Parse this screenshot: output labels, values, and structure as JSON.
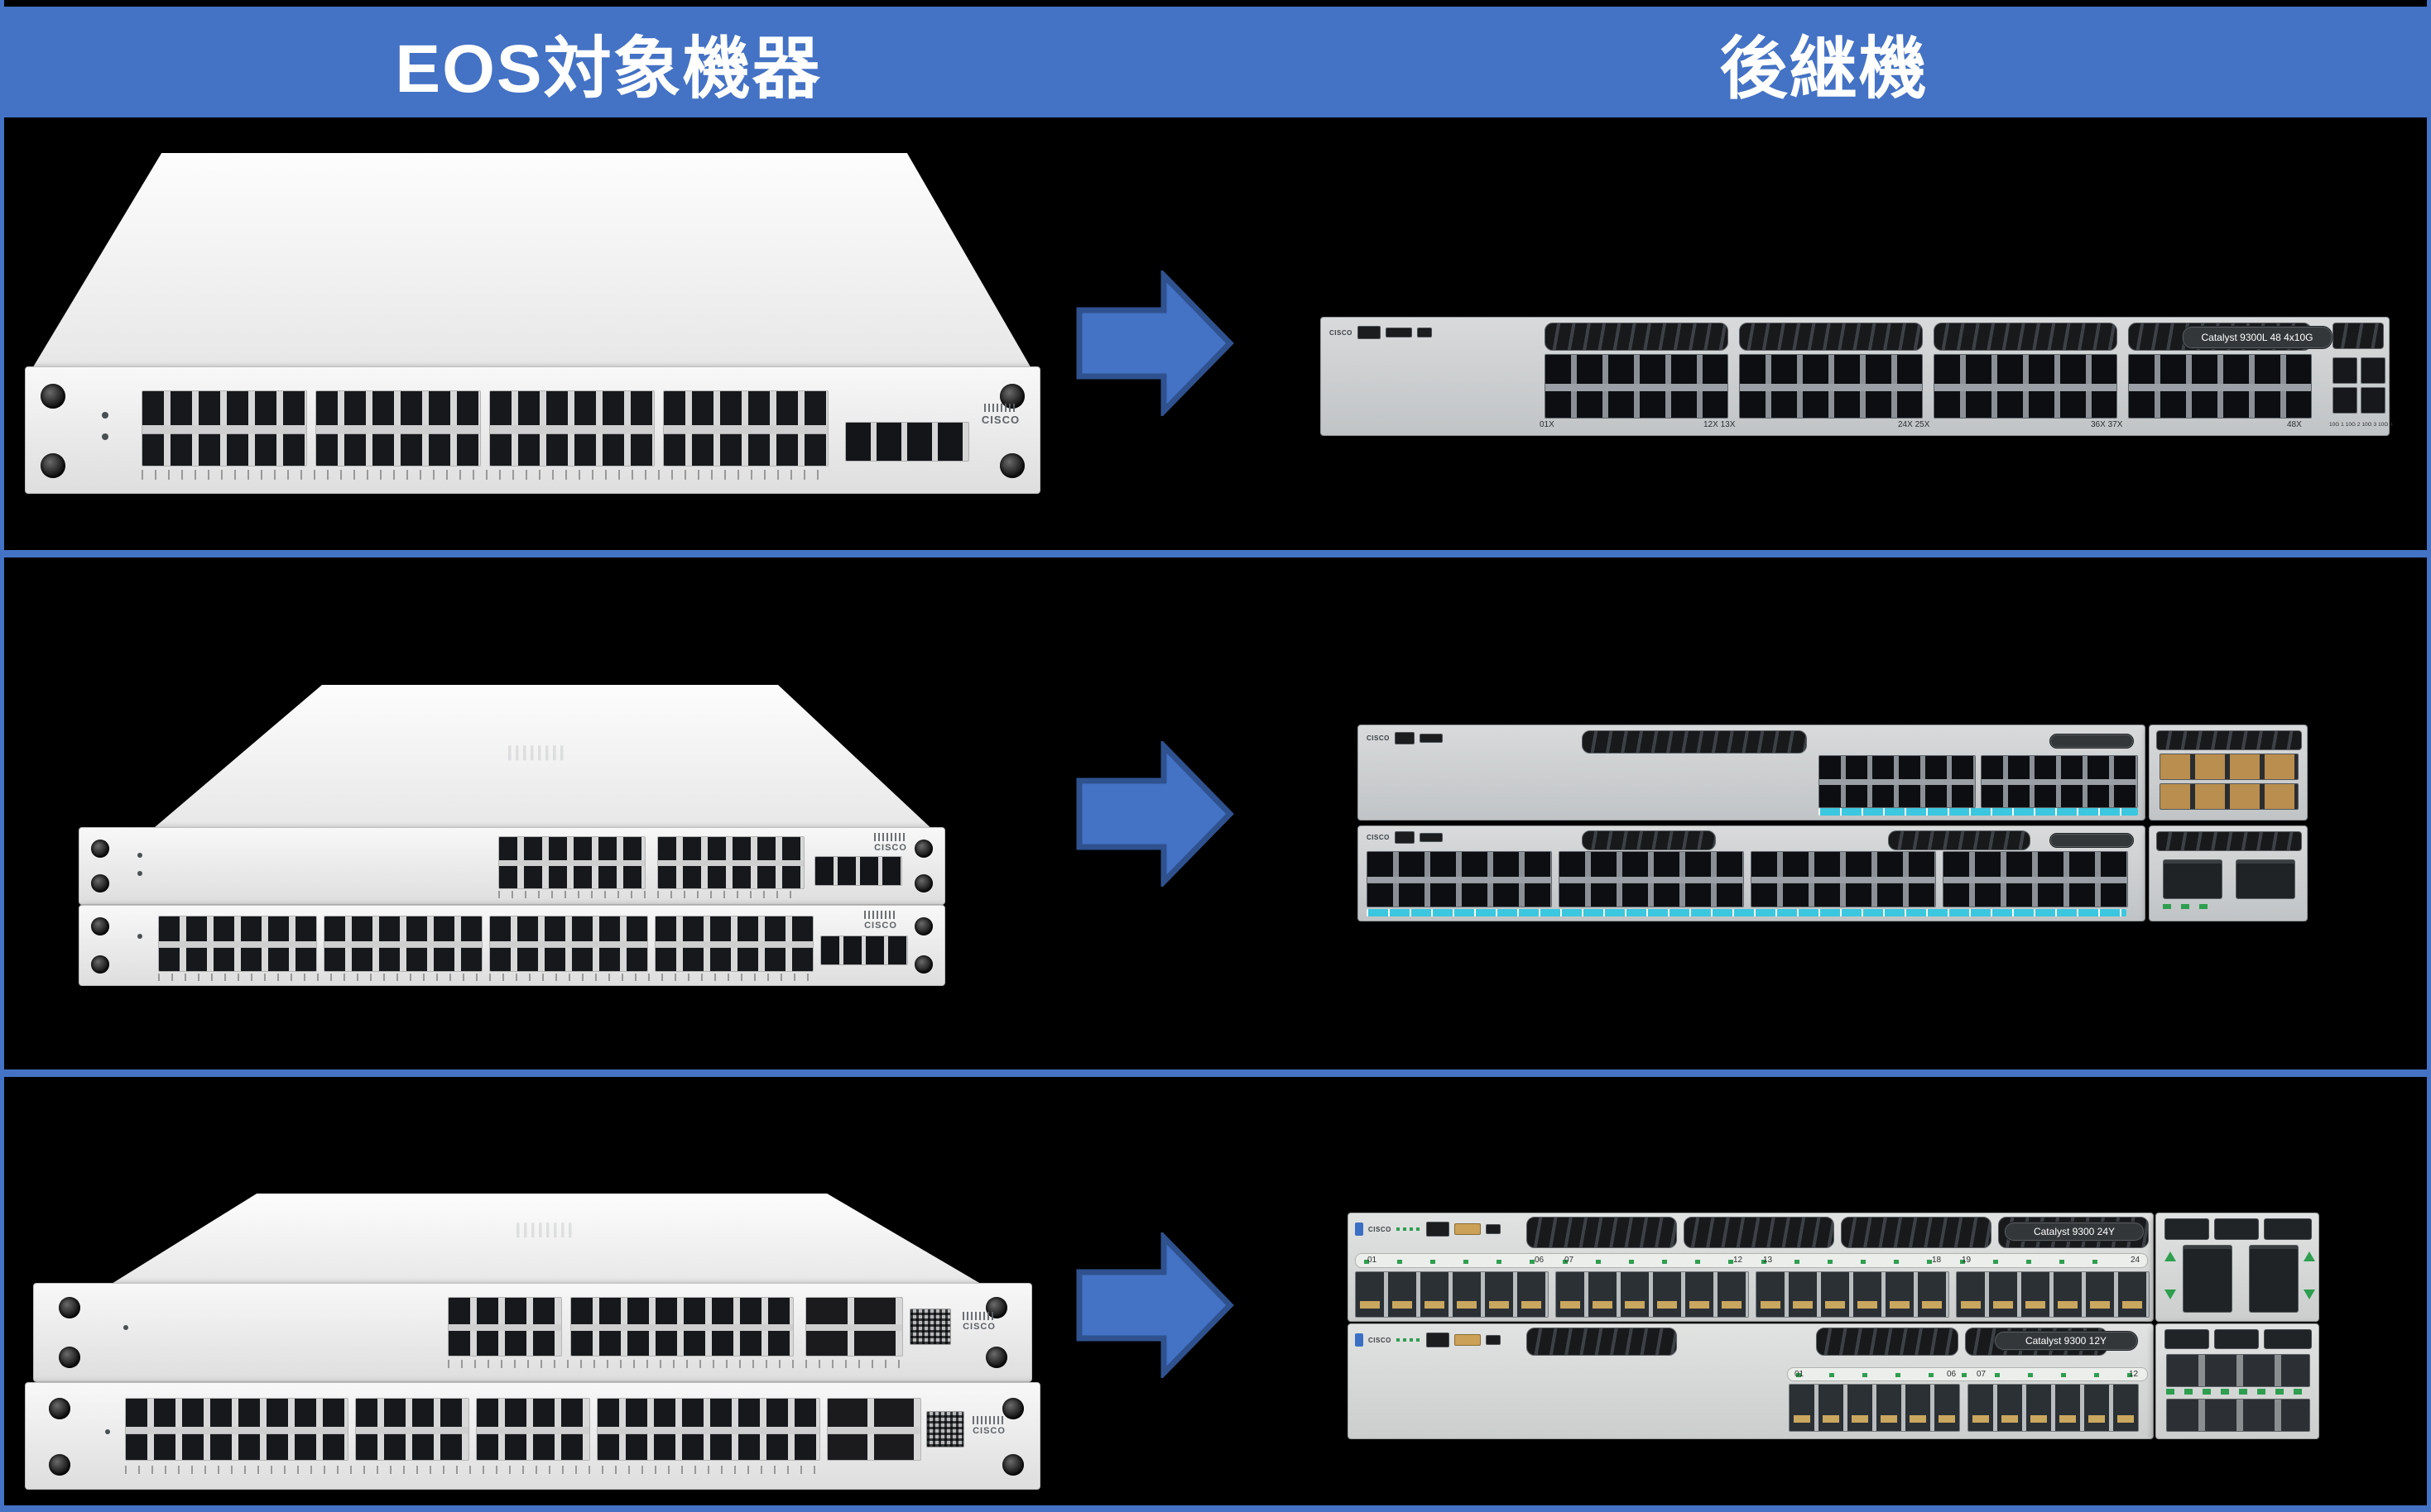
{
  "colors": {
    "background": "#000000",
    "accent_blue": "#4472C4",
    "arrow_border": "#2F528F",
    "cyan_strip": "#3BC7DF",
    "green_accent": "#2E9E4F"
  },
  "header": {
    "left_title": "EOS対象機器",
    "right_title": "後継機"
  },
  "brand": {
    "logo": "CISCO"
  },
  "rows": [
    {
      "successor_label": "Catalyst 9300L 48 4x10G",
      "successor_port_labels": [
        "01X",
        "12X 13X",
        "24X 25X",
        "36X 37X",
        "48X"
      ],
      "successor_uplink_labels": [
        "10G 1",
        "10G 2",
        "10G 3",
        "10G 4"
      ]
    },
    {},
    {
      "successor_top_label": "Catalyst 9300 24Y",
      "successor_top_ports": [
        "01",
        "06",
        "07",
        "12",
        "13",
        "18",
        "19",
        "24"
      ],
      "successor_bottom_label": "Catalyst 9300 12Y",
      "successor_bottom_ports": [
        "01",
        "06",
        "07",
        "12"
      ]
    }
  ]
}
